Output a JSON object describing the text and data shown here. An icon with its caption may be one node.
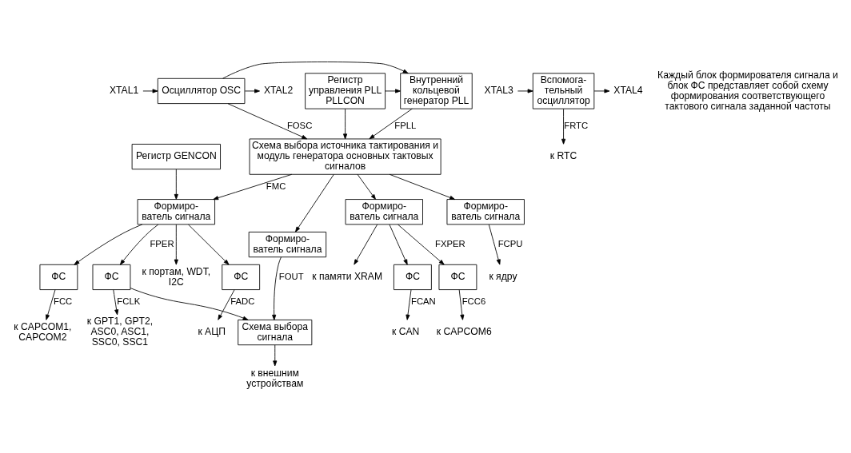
{
  "diagram": {
    "nodes": [
      {
        "text": [
          "XTAL1"
        ]
      },
      {
        "text": [
          "XTAL2"
        ]
      },
      {
        "text": [
          "Осциллятор OSC"
        ]
      },
      {
        "text": [
          "Внутренний кольцевой генератор PLL"
        ]
      },
      {
        "text": [
          "Регистр управления PLL PLLCON"
        ]
      },
      {
        "text": [
          "Схема выбора источника тактирования и модуль генератора основных тактовых сигналов"
        ]
      },
      {
        "text": [
          "XTAL3"
        ]
      },
      {
        "text": [
          "XTAL4"
        ]
      },
      {
        "text": [
          "Вспомога- тельный осциллятор"
        ]
      },
      {
        "text": [
          "к RTC"
        ]
      },
      {
        "text": [
          "Формиро- ватель сигнала"
        ]
      },
      {
        "text": [
          "к ядру"
        ]
      },
      {
        "text": [
          "Формиро- ватель сигнала"
        ]
      },
      {
        "text": [
          "Схема выбора сигнала"
        ]
      },
      {
        "text": [
          "к внешним устройствам"
        ]
      },
      {
        "text": [
          "Формиро- ватель сигнала"
        ]
      },
      {
        "text": [
          "Регистр GENCON"
        ]
      },
      {
        "text": [
          "ФС"
        ]
      },
      {
        "text": [
          "к GPT1, GPT2, ASC0, ASC1, SSC0, SSC1"
        ]
      },
      {
        "text": [
          "ФС"
        ]
      },
      {
        "text": [
          "к АЦП"
        ]
      },
      {
        "text": [
          "ФС"
        ]
      },
      {
        "text": [
          "к CAPCOM1, CAPCOM2"
        ]
      },
      {
        "text": [
          "к портам, WDT, I2C"
        ]
      },
      {
        "text": [
          "Формиро- ватель сигнала"
        ]
      },
      {
        "text": [
          "ФС"
        ]
      },
      {
        "text": [
          "к CAPCOM6"
        ]
      },
      {
        "text": [
          "ФС"
        ]
      },
      {
        "text": [
          "к CAN"
        ]
      },
      {
        "text": [
          "к памяти XRAM"
        ]
      }
    ],
    "edges": [
      {
        "from": 0,
        "to": 2,
        "arrow": "to"
      },
      {
        "from": 2,
        "to": 1,
        "arrow": "to"
      },
      {
        "from": 2,
        "to": 3,
        "arrow": "to"
      },
      {
        "from": 2,
        "to": 5,
        "arrow": "to",
        "label": "FOSC"
      },
      {
        "from": 4,
        "to": 3,
        "arrow": "to"
      },
      {
        "from": 4,
        "to": 5,
        "arrow": "to"
      },
      {
        "from": 3,
        "to": 5,
        "arrow": "to",
        "label": "FPLL"
      },
      {
        "from": 5,
        "to": 10,
        "arrow": "to"
      },
      {
        "from": 5,
        "to": 12,
        "arrow": "to"
      },
      {
        "from": 5,
        "to": 15,
        "arrow": "to",
        "label": "FMC"
      },
      {
        "from": 5,
        "to": 24,
        "arrow": "to"
      },
      {
        "from": 6,
        "to": 8,
        "arrow": "to"
      },
      {
        "from": 8,
        "to": 7,
        "arrow": "to"
      },
      {
        "from": 8,
        "to": 9,
        "arrow": "to",
        "label": "FRTC"
      },
      {
        "from": 10,
        "to": 11,
        "arrow": "to",
        "label": "FCPU"
      },
      {
        "from": 12,
        "to": 13,
        "arrow": "to",
        "label": "FOUT"
      },
      {
        "from": 13,
        "to": 14,
        "arrow": "to"
      },
      {
        "from": 16,
        "to": 15,
        "arrow": "to"
      },
      {
        "from": 15,
        "to": 17,
        "arrow": "to",
        "label": "FPER"
      },
      {
        "from": 15,
        "to": 19,
        "arrow": "to"
      },
      {
        "from": 15,
        "to": 21,
        "arrow": "to"
      },
      {
        "from": 15,
        "to": 23,
        "arrow": "to"
      },
      {
        "from": 17,
        "to": 18,
        "arrow": "to",
        "label": "FCLK"
      },
      {
        "from": 17,
        "to": 13,
        "arrow": "to"
      },
      {
        "from": 19,
        "to": 20,
        "arrow": "to",
        "label": "FADC"
      },
      {
        "from": 21,
        "to": 22,
        "arrow": "to",
        "label": "FCC"
      },
      {
        "from": 24,
        "to": 25,
        "arrow": "to",
        "label": "FXPER"
      },
      {
        "from": 24,
        "to": 27,
        "arrow": "to"
      },
      {
        "from": 24,
        "to": 29,
        "arrow": "to"
      },
      {
        "from": 25,
        "to": 26,
        "arrow": "to",
        "label": "FCC6"
      },
      {
        "from": 27,
        "to": 28,
        "arrow": "to",
        "label": "FCAN"
      }
    ],
    "labels": [
      "Каждый блок формирователя сигнала и блок ФС представляет собой схему формирования соответствующего тактового сигнала заданной частоты"
    ]
  }
}
